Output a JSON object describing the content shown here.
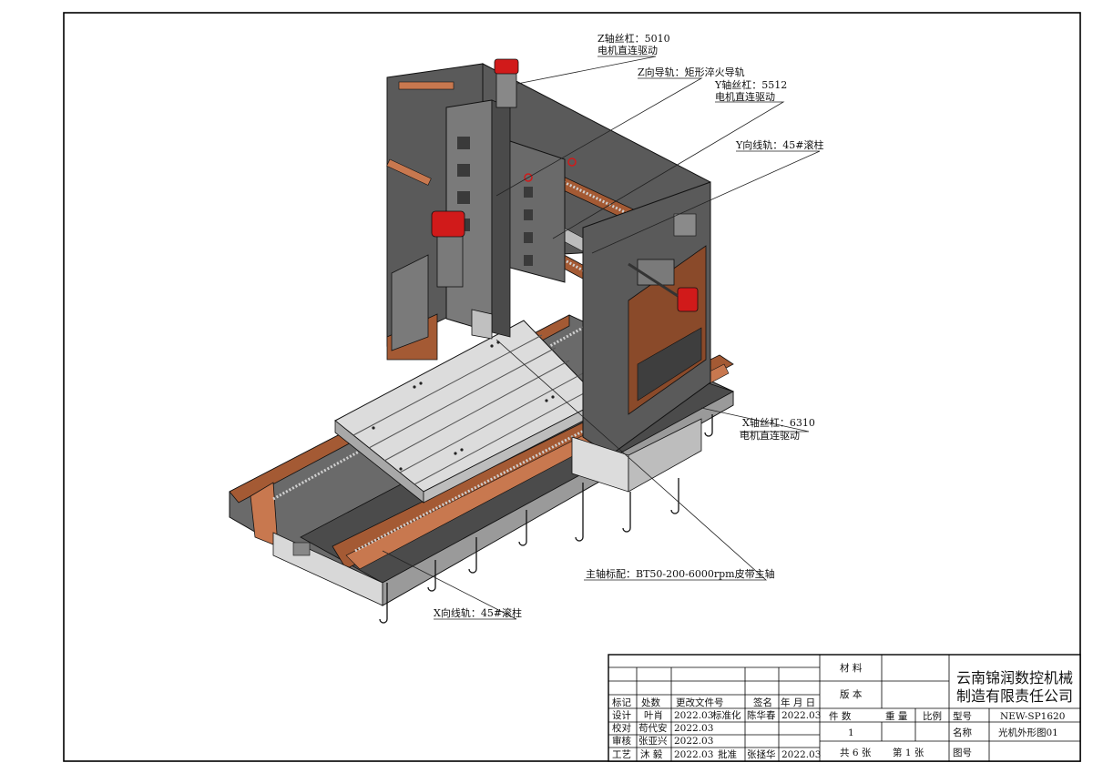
{
  "callouts": {
    "z_screw_l1": "Z轴丝杠：5010",
    "z_screw_l2": "电机直连驱动",
    "z_guide": "Z向导轨：矩形淬火导轨",
    "y_screw_l1": "Y轴丝杠：5512",
    "y_screw_l2": "电机直连驱动",
    "y_guide": "Y向线轨：45#滚柱",
    "x_screw_l1": "X轴丝杠：6310",
    "x_screw_l2": "电机直连驱动",
    "spindle": "主轴标配：BT50-200-6000rpm皮带主轴",
    "x_guide": "X向线轨：45#滚柱"
  },
  "title_block": {
    "company_l1": "云南锦润数控机械",
    "company_l2": "制造有限责任公司",
    "material_label": "材 料",
    "version_label": "版 本",
    "qty_label": "件 数",
    "weight_label": "重 量",
    "scale_label": "比例",
    "qty_value": "1",
    "model_label": "型号",
    "model_value": "NEW-SP1620",
    "name_label": "名称",
    "name_value": "光机外形图01",
    "drawing_no_label": "图号",
    "sheets": "共 6 张",
    "sheet_no": "第 1 张",
    "hdr_mark": "标记",
    "hdr_count": "处数",
    "hdr_docno": "更改文件号",
    "hdr_sign": "签名",
    "hdr_date": "年 月 日",
    "row_design": "设计",
    "design_name": "叶肖",
    "design_date": "2022.03",
    "std_label": "标准化",
    "std_name": "陈华春",
    "std_date": "2022.03",
    "row_check": "校对",
    "check_name": "苟代安",
    "check_date": "2022.03",
    "row_review": "审核",
    "review_name": "张亚兴",
    "review_date": "2022.03",
    "row_process": "工艺",
    "process_name": "沐 毅",
    "process_date": "2022.03",
    "approve_label": "批准",
    "approve_name": "张拯华",
    "approve_date": "2022.03"
  },
  "colors": {
    "casting": "#5a5a5a",
    "casting_dark": "#3e3e3e",
    "casting_light": "#8a8a8a",
    "rust": "#8a4a2a",
    "rust_light": "#c8784f",
    "motor_red": "#d11a1a",
    "table_top": "#dcdcdc"
  }
}
